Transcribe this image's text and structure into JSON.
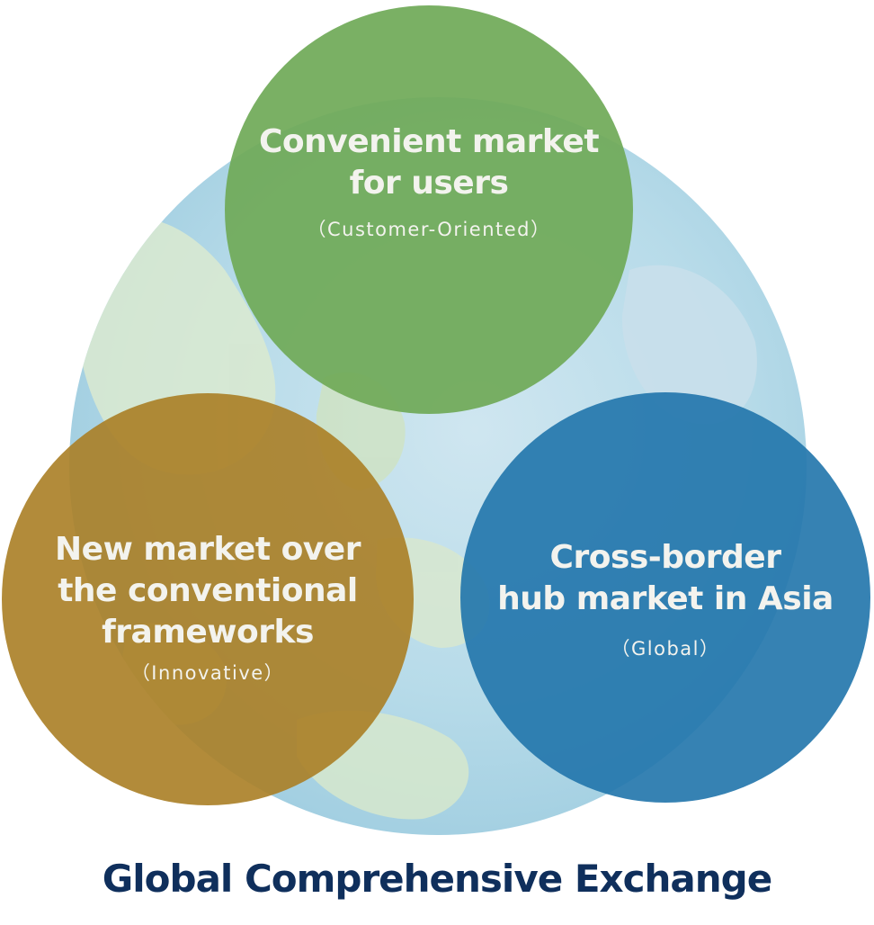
{
  "diagram": {
    "circles": [
      {
        "id": "customer-oriented",
        "title": "Convenient market\nfor users",
        "subtitle": "（Customer-Oriented）",
        "color": "#70AA58"
      },
      {
        "id": "innovative",
        "title": "New market over\nthe conventional\nframeworks",
        "subtitle": "（Innovative）",
        "color": "#AA8026"
      },
      {
        "id": "global",
        "title": "Cross-border\nhub market in Asia",
        "subtitle": "（Global）",
        "color": "#2276AC"
      }
    ],
    "background": "world-globe-watercolor"
  },
  "footer": {
    "title": "Global Comprehensive Exchange",
    "title_color": "#0F2F5C"
  }
}
